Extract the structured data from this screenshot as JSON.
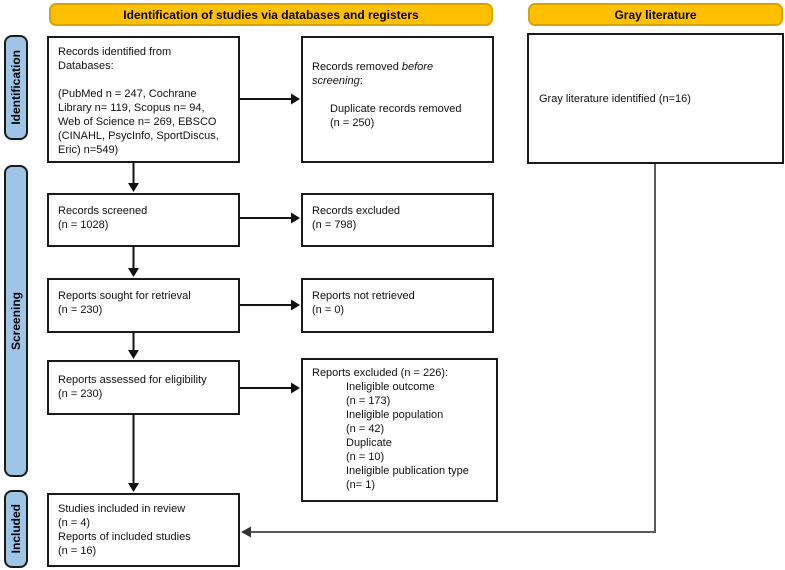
{
  "diagram": {
    "headers": {
      "databases": "Identification of studies via databases and registers",
      "gray_literature": "Gray literature"
    },
    "stages": {
      "identification": "Identification",
      "screening": "Screening",
      "included": "Included"
    },
    "boxes": {
      "records_identified": {
        "lines": [
          "Records identified from",
          "Databases:",
          "",
          "(PubMed n = 247, Cochrane",
          "Library n= 119, Scopus n= 94,",
          "Web of Science n= 269, EBSCO",
          "(CINAHL, PsycInfo, SportDiscus,",
          "Eric) n=549)"
        ]
      },
      "records_removed": {
        "line1_normal": "Records removed ",
        "line1_italic": "before",
        "line2_italic": "screening",
        "line2_normal": ":",
        "items": [
          "Duplicate records removed",
          "(n = 250)"
        ]
      },
      "records_screened": {
        "lines": [
          "Records screened",
          "(n = 1028)"
        ]
      },
      "records_excluded": {
        "lines": [
          "Records excluded",
          "(n = 798)"
        ]
      },
      "reports_sought": {
        "lines": [
          "Reports sought for retrieval",
          "(n = 230)"
        ]
      },
      "reports_not_retrieved": {
        "lines": [
          "Reports not retrieved",
          "(n = 0)"
        ]
      },
      "reports_assessed": {
        "lines": [
          "Reports assessed for eligibility",
          "(n = 230)"
        ]
      },
      "reports_excluded": {
        "title": "Reports excluded (n = 226):",
        "items": [
          "Ineligible outcome",
          "(n = 173)",
          "Ineligible population",
          "(n = 42)",
          "Duplicate",
          "(n = 10)",
          "Ineligible publication type",
          "(n= 1)"
        ]
      },
      "studies_included": {
        "lines": [
          "Studies included in review",
          "(n = 4)",
          "Reports of included studies",
          "(n = 16)"
        ]
      },
      "gray_literature": {
        "line": "Gray literature identified (n=16)"
      }
    },
    "colors": {
      "header_fill": "#FFC000",
      "header_border": "#D9A300",
      "stage_fill": "#9EC4E6",
      "box_border": "#1A1A1A",
      "arrow": "#111111",
      "gray_connector": "#595959"
    }
  }
}
